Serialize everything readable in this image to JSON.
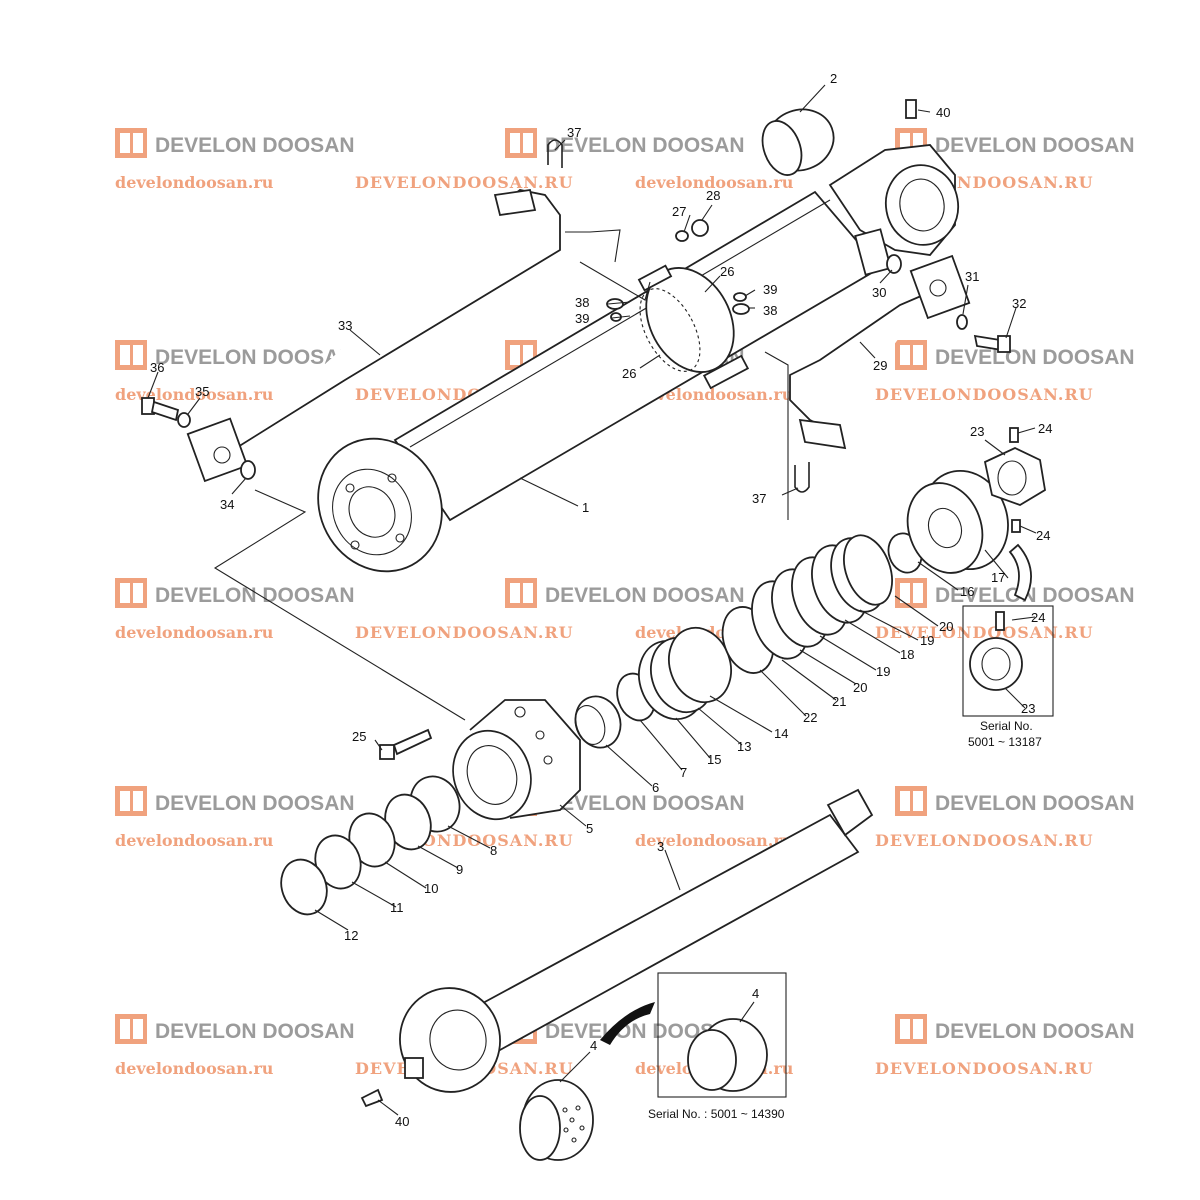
{
  "watermark": {
    "brand": "DEVELON DOOSAN",
    "url_lower": "develondoosan.ru",
    "url_upper": "DEVELONDOOSAN.RU",
    "brand_color": "#9b9b9b",
    "url_color": "#f0a27e"
  },
  "callouts": {
    "c1": "1",
    "c2": "2",
    "c3": "3",
    "c4a": "4",
    "c4b": "4",
    "c5": "5",
    "c6": "6",
    "c7": "7",
    "c8": "8",
    "c9": "9",
    "c10": "10",
    "c11": "11",
    "c12": "12",
    "c13": "13",
    "c14": "14",
    "c15": "15",
    "c16": "16",
    "c17": "17",
    "c18": "18",
    "c19a": "19",
    "c19b": "19",
    "c20a": "20",
    "c20b": "20",
    "c21": "21",
    "c22": "22",
    "c23a": "23",
    "c23b": "23",
    "c24a": "24",
    "c24b": "24",
    "c24c": "24",
    "c25": "25",
    "c26a": "26",
    "c26b": "26",
    "c27": "27",
    "c28": "28",
    "c29": "29",
    "c30": "30",
    "c31": "31",
    "c32": "32",
    "c33": "33",
    "c34": "34",
    "c35": "35",
    "c36": "36",
    "c37a": "37",
    "c37b": "37",
    "c38a": "38",
    "c38b": "38",
    "c39a": "39",
    "c39b": "39",
    "c40a": "40",
    "c40b": "40"
  },
  "insets": {
    "nut_serial_line1": "Serial No.",
    "nut_serial_line2": "5001 ~ 13187",
    "bushing_serial": "Serial No. : 5001 ~ 14390"
  }
}
